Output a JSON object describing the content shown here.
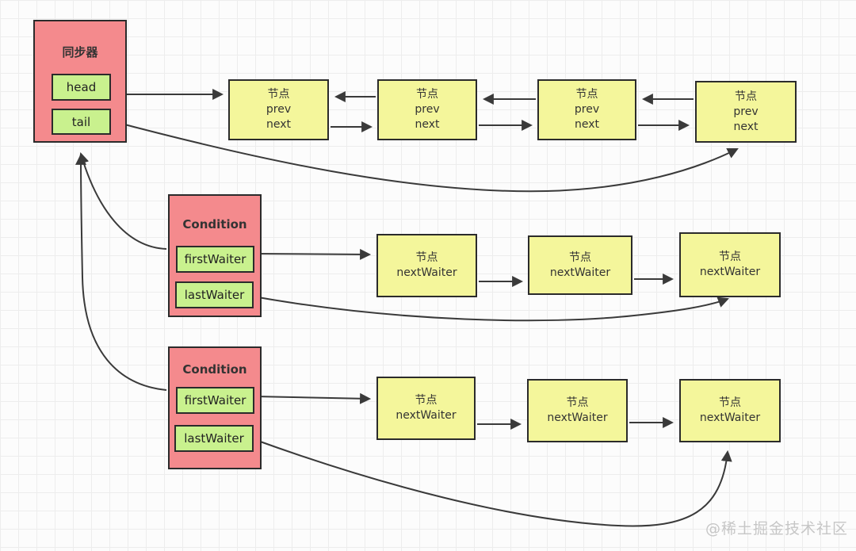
{
  "colors": {
    "pink": "#f48a8d",
    "green": "#c9f18e",
    "yellow": "#f4f69b",
    "border": "#2b2b2b",
    "arrow": "#3a3a3a",
    "watermark": "#c6c6c6"
  },
  "synchronizer": {
    "title": "同步器",
    "head_label": "head",
    "tail_label": "tail"
  },
  "sync_queue": {
    "nodes": [
      {
        "title": "节点",
        "field1": "prev",
        "field2": "next"
      },
      {
        "title": "节点",
        "field1": "prev",
        "field2": "next"
      },
      {
        "title": "节点",
        "field1": "prev",
        "field2": "next"
      },
      {
        "title": "节点",
        "field1": "prev",
        "field2": "next"
      }
    ]
  },
  "condition_queues": [
    {
      "panel": {
        "title": "Condition",
        "first_label": "firstWaiter",
        "last_label": "lastWaiter"
      },
      "nodes": [
        {
          "title": "节点",
          "field1": "nextWaiter"
        },
        {
          "title": "节点",
          "field1": "nextWaiter"
        },
        {
          "title": "节点",
          "field1": "nextWaiter"
        }
      ]
    },
    {
      "panel": {
        "title": "Condition",
        "first_label": "firstWaiter",
        "last_label": "lastWaiter"
      },
      "nodes": [
        {
          "title": "节点",
          "field1": "nextWaiter"
        },
        {
          "title": "节点",
          "field1": "nextWaiter"
        },
        {
          "title": "节点",
          "field1": "nextWaiter"
        }
      ]
    }
  ],
  "watermark": "@稀土掘金技术社区"
}
